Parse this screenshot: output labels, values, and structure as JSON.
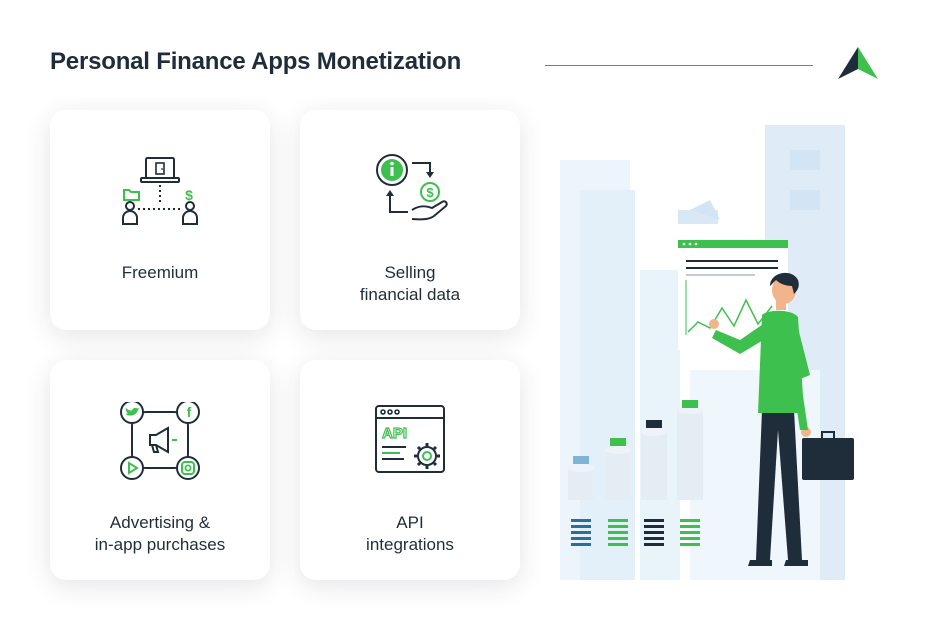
{
  "header": {
    "title": "Personal Finance Apps Monetization"
  },
  "logo": {
    "icon": "mountain-logo-icon",
    "colors": [
      "#1f2d3a",
      "#3ec04f"
    ]
  },
  "accent_color": "#3ec04f",
  "dark_color": "#1f2d3a",
  "cards": [
    {
      "label_lines": [
        "Freemium"
      ],
      "icon": "freemium-network-icon"
    },
    {
      "label_lines": [
        "Selling",
        "financial data"
      ],
      "icon": "info-to-money-exchange-icon"
    },
    {
      "label_lines": [
        "Advertising &",
        "in-app purchases"
      ],
      "icon": "social-media-megaphone-icon"
    },
    {
      "label_lines": [
        "API",
        "integrations"
      ],
      "icon": "api-window-gear-icon"
    }
  ],
  "illustration": {
    "description_icon": "businessman-presenting-chart-illustration"
  }
}
